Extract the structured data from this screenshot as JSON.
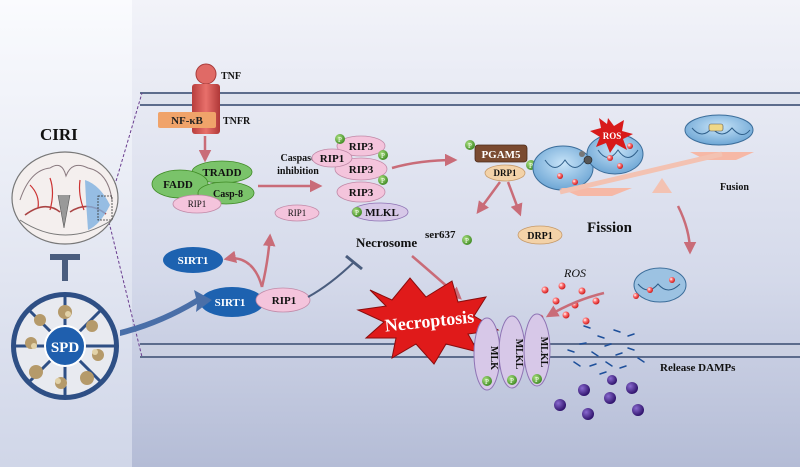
{
  "labels": {
    "ciri": "CIRI",
    "spd": "SPD",
    "tnf": "TNF",
    "tnfr": "TNFR",
    "nfkb": "NF-κB",
    "tradd": "TRADD",
    "fadd": "FADD",
    "casp8": "Casp-8",
    "rip1": "RIP1",
    "caspase_inhibition_line1": "Caspase",
    "caspase_inhibition_line2": "inhibition",
    "rip3": "RIP3",
    "mlkl": "MLKL",
    "p": "P",
    "pgam5": "PGAM5",
    "drp1": "DRP1",
    "ser637": "ser637",
    "fission": "Fission",
    "fusion": "Fusion",
    "ros": "ROS",
    "necrosome": "Necrosome",
    "sirt1": "SIRT1",
    "necroptosis": "Necroptosis",
    "mlk_short": "MLK",
    "release_damps": "Release DAMPs"
  },
  "colors": {
    "background_top": "#eef0f8",
    "background_bottom": "#b9c1d9",
    "membrane": "#5c6c8c",
    "tnfr_red": "#c9504f",
    "nfkb_orange": "#f0a36a",
    "complex_green": "#7ac36a",
    "pink": "#f4c4dc",
    "sirt1_blue": "#1d62b0",
    "arrow_pink": "#c96c78",
    "necroptosis_red": "#e01a1a",
    "pgam5_brown": "#7a4a30",
    "drp1_tan": "#f3d2a8",
    "p_green": "#5fae3a",
    "mlkl_lavender": "#d7c8e8",
    "damp_purple": "#3c1a7a"
  }
}
